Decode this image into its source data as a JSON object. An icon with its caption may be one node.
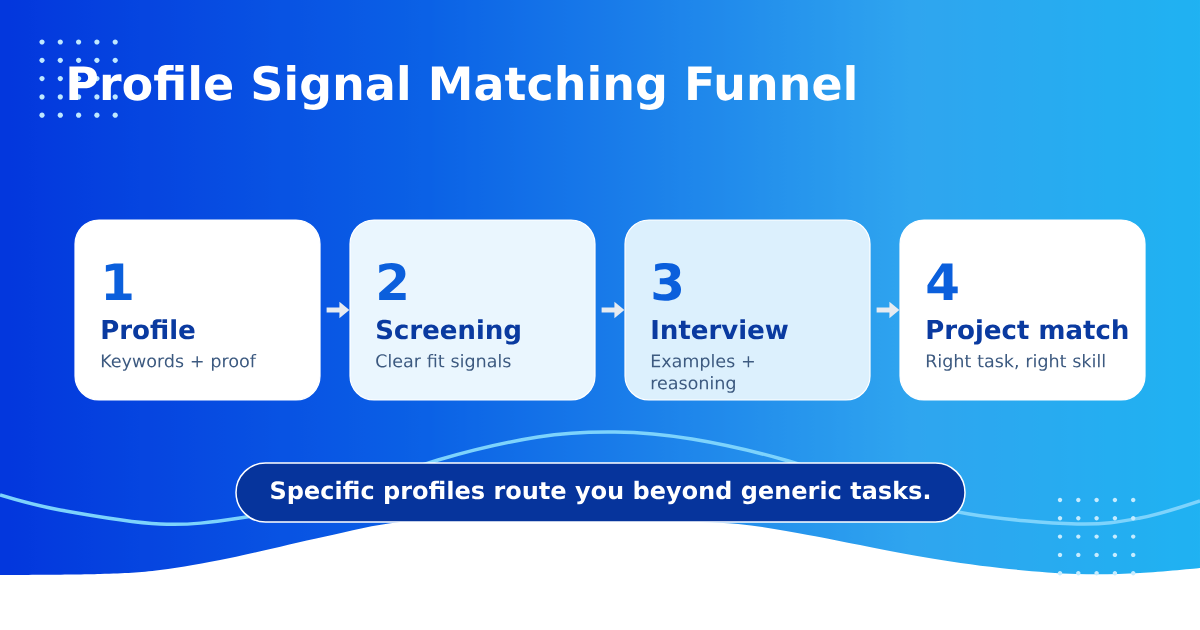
{
  "diagram": {
    "title": "Profile Signal Matching Funnel",
    "nodes": [
      {
        "text": [
          "1",
          "Profile",
          "Keywords + proof"
        ]
      },
      {
        "text": [
          "2",
          "Screening",
          "Clear fit signals"
        ]
      },
      {
        "text": [
          "3",
          "Interview",
          "Examples + reasoning"
        ]
      },
      {
        "text": [
          "4",
          "Project match",
          "Right task, right skill"
        ]
      },
      {
        "text": [
          "Specific profiles route you beyond generic tasks."
        ]
      }
    ],
    "edges": [
      {
        "from": 0,
        "to": 1,
        "arrow": "to"
      },
      {
        "from": 1,
        "to": 2,
        "arrow": "to"
      },
      {
        "from": 2,
        "to": 3,
        "arrow": "to"
      }
    ]
  }
}
